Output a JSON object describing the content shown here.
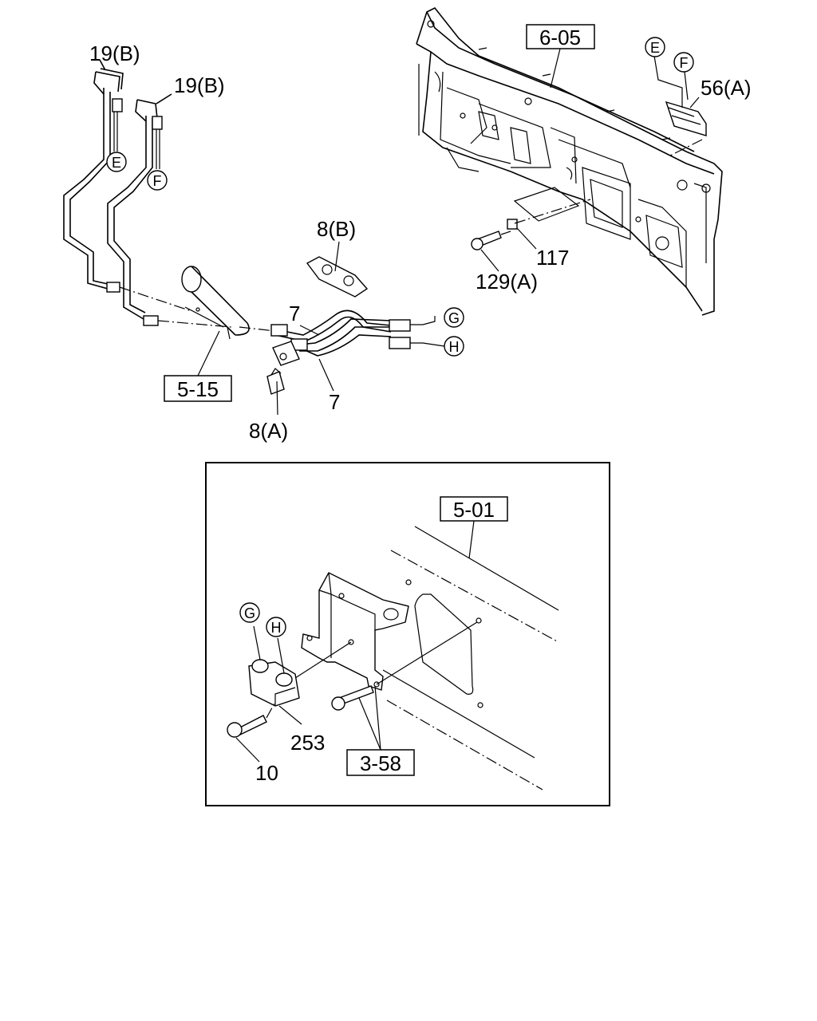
{
  "labels": {
    "ref_6_05": "6-05",
    "ref_5_15": "5-15",
    "ref_5_01": "5-01",
    "ref_3_58": "3-58",
    "pipe_19b_left": "19(B)",
    "pipe_19b_right": "19(B)",
    "clip_8b": "8(B)",
    "clip_8a": "8(A)",
    "hose_7_upper": "7",
    "hose_7_lower": "7",
    "part_56a": "56(A)",
    "part_117": "117",
    "part_129a": "129(A)",
    "part_253": "253",
    "part_10": "10"
  },
  "connectors": {
    "E": "E",
    "F": "F",
    "G": "G",
    "H": "H"
  }
}
